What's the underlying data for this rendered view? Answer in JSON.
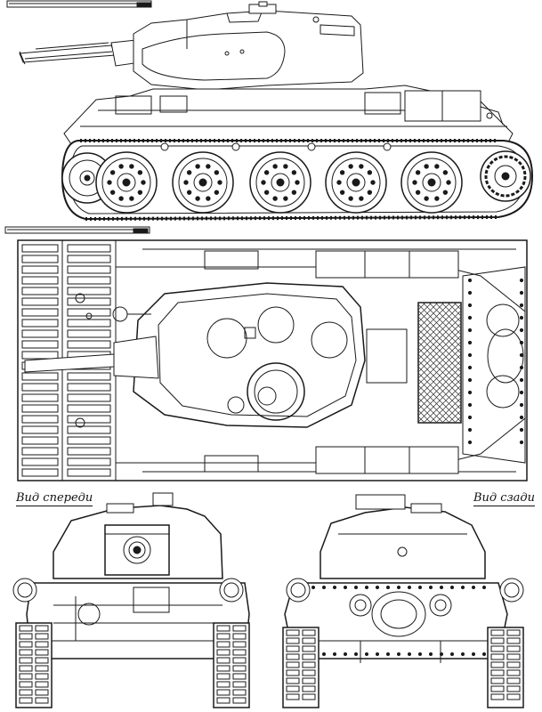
{
  "labels": {
    "front_view": "Вид спереди",
    "rear_view": "Вид сзади"
  },
  "colors": {
    "ink": "#1a1a1a",
    "paper": "#ffffff",
    "hatch": "#333333"
  },
  "views": [
    "side-view",
    "top-view",
    "front-view",
    "rear-view"
  ]
}
